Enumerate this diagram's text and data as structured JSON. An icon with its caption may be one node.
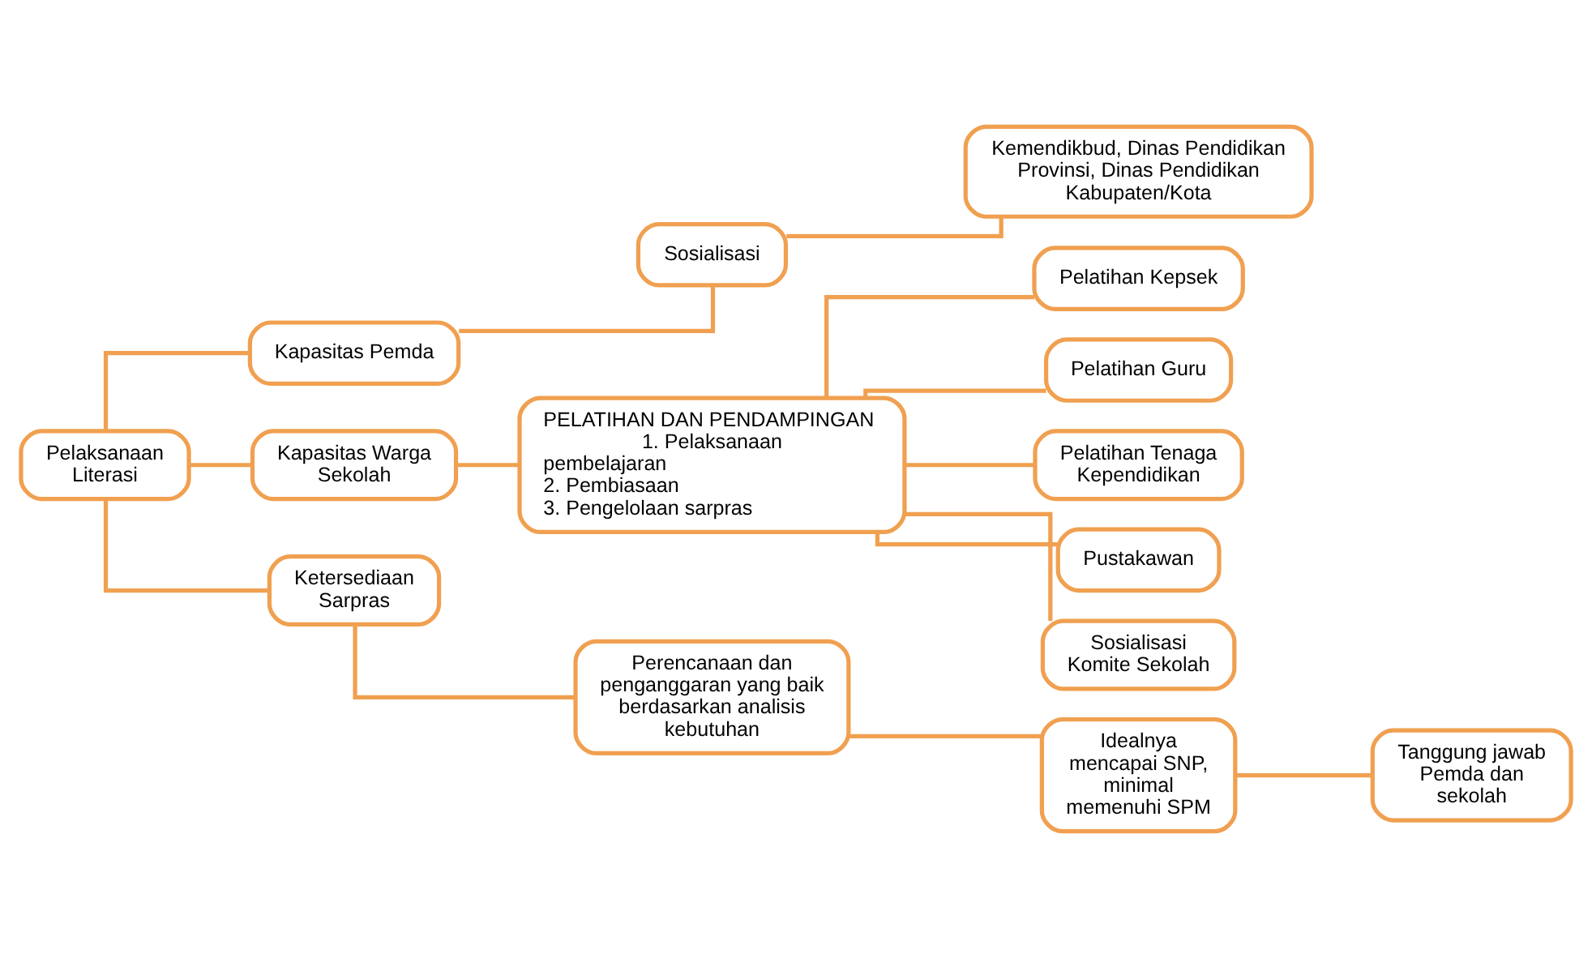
{
  "diagram": {
    "nodes": [
      {
        "text": [
          "Pelaksanaan Literasi"
        ]
      },
      {
        "text": [
          "Kapasitas Pemda"
        ]
      },
      {
        "text": [
          "Sosialisasi"
        ]
      },
      {
        "text": [
          "Kemendikbud, Dinas Pendidikan Provinsi, Dinas Pendidikan Kabupaten/Kota"
        ]
      },
      {
        "text": [
          "Kapasitas Warga Sekolah"
        ]
      },
      {
        "text": [
          "PELATIHAN DAN PENDAMPINGAN",
          "1. Pelaksanaan pembelajaran",
          "2. Pembiasaan",
          "3. Pengelolaan sarpras"
        ]
      },
      {
        "text": [
          "Pelatihan Kepsek"
        ]
      },
      {
        "text": [
          "Pelatihan Guru"
        ]
      },
      {
        "text": [
          "Pelatihan Tenaga Kependidikan"
        ]
      },
      {
        "text": [
          "Pustakawan"
        ]
      },
      {
        "text": [
          "Sosialisasi Komite Sekolah"
        ]
      },
      {
        "text": [
          "Ketersediaan Sarpras"
        ]
      },
      {
        "text": [
          "Perencanaan dan penganggaran yang baik berdasarkan analisis kebutuhan"
        ]
      },
      {
        "text": [
          "Idealnya mencapai SNP, minimal memenuhi SPM"
        ]
      },
      {
        "text": [
          "Tanggung jawab Pemda dan sekolah"
        ]
      }
    ],
    "edges": [
      {
        "from": 0,
        "to": 1,
        "arrow": "none"
      },
      {
        "from": 0,
        "to": 4,
        "arrow": "none"
      },
      {
        "from": 0,
        "to": 11,
        "arrow": "none"
      },
      {
        "from": 1,
        "to": 2,
        "arrow": "none"
      },
      {
        "from": 2,
        "to": 3,
        "arrow": "none"
      },
      {
        "from": 4,
        "to": 5,
        "arrow": "none"
      },
      {
        "from": 5,
        "to": 6,
        "arrow": "none"
      },
      {
        "from": 5,
        "to": 7,
        "arrow": "none"
      },
      {
        "from": 5,
        "to": 8,
        "arrow": "none"
      },
      {
        "from": 5,
        "to": 9,
        "arrow": "none"
      },
      {
        "from": 5,
        "to": 10,
        "arrow": "none"
      },
      {
        "from": 11,
        "to": 12,
        "arrow": "none"
      },
      {
        "from": 12,
        "to": 13,
        "arrow": "none"
      },
      {
        "from": 13,
        "to": 14,
        "arrow": "none"
      }
    ]
  }
}
